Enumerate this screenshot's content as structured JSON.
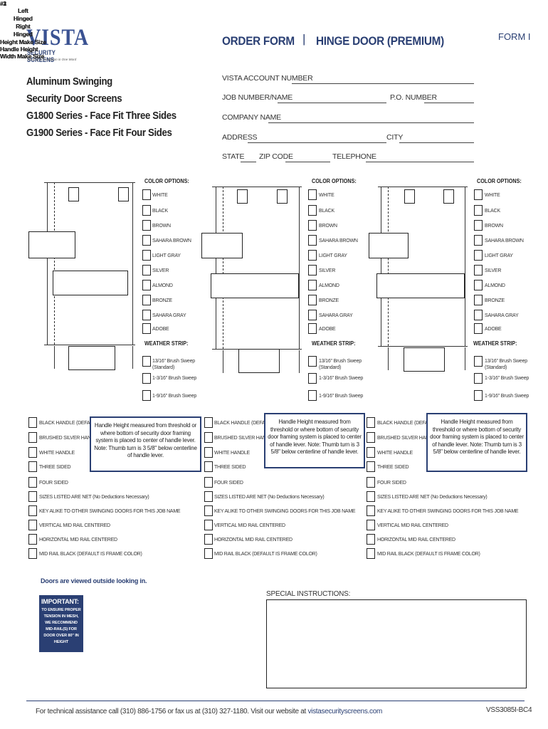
{
  "logo": {
    "brand": "VISTA",
    "subtitle": "SECURITY SCREENS",
    "tagline": "Security & Ventilation in One Word"
  },
  "header": {
    "title_left": "ORDER FORM",
    "separator": "|",
    "title_right": "HINGE DOOR (PREMIUM)",
    "form_code": "FORM I"
  },
  "product": {
    "line1": "Aluminum Swinging",
    "line2": "Security Door Screens",
    "line3": "G1800 Series - Face Fit Three Sides",
    "line4": "G1900 Series - Face Fit Four Sides"
  },
  "fields": {
    "account": "VISTA ACCOUNT NUMBER",
    "job": "JOB NUMBER/NAME",
    "po": "P.O. NUMBER",
    "company": "COMPANY NAME",
    "address": "ADDRESS",
    "city": "CITY",
    "state": "STATE",
    "zip": "ZIP CODE",
    "telephone": "TELEPHONE"
  },
  "doors": [
    {
      "number": "#1",
      "left": "Left Hinged",
      "right": "Right Hinged"
    },
    {
      "number": "#2",
      "left": "Left Hinged",
      "right": "Right Hinged"
    },
    {
      "number": "#3",
      "left": "Left Hinged",
      "right": "Right Hinged"
    }
  ],
  "door_labels": {
    "height": "Height Make Size",
    "handle": "Handle  Height",
    "width": "Width Make Size",
    "left_a": "Left",
    "left_b": "Hinged",
    "right_a": "Right",
    "right_b": "Hinged"
  },
  "color_options_title": "COLOR OPTIONS:",
  "colors": [
    "WHITE",
    "BLACK",
    "BROWN",
    "SAHARA BROWN",
    "LIGHT GRAY",
    "SILVER",
    "ALMOND",
    "BRONZE",
    "SAHARA GRAY",
    "ADOBE"
  ],
  "weather_strip_title": "WEATHER STRIP:",
  "weather": {
    "opt1_a": "13/16\" Brush Sweep",
    "opt1_b": "(Standard)",
    "opt2": "1-3/16\" Brush Sweep",
    "opt3": "1-9/16\" Brush Sweep"
  },
  "handle_options": [
    "BLACK HANDLE (DEFAULT)",
    "BRUSHED SILVER HANDLE",
    "WHITE HANDLE",
    "THREE SIDED"
  ],
  "extra_options": [
    "FOUR SIDED",
    "SIZES LISTED ARE NET (No Deductions Necessary)",
    "KEY ALIKE TO OTHER SWINGING DOORS FOR THIS JOB NAME",
    "VERTICAL MID RAIL CENTERED",
    "HORIZONTAL MID RAIL CENTERED",
    "MID RAIL BLACK (DEFAULT IS FRAME COLOR)"
  ],
  "handle_note": "Handle Height measured from threshold or where bottom of security door framing system is placed to center of handle lever. Note: Thumb turn is 3 5/8\" below centerline of handle lever.",
  "viewed_note": "Doors are viewed outside looking in.",
  "special_instructions": "SPECIAL INSTRUCTIONS:",
  "important": {
    "title": "IMPORTANT:",
    "body": "TO ENSURE PROPER TENSION IN MESH, WE RECOMMEND MID-RAIL(S) FOR DOOR OVER 80\" IN HEIGHT"
  },
  "footer": {
    "assist": "For technical assistance call (310) 886-1756 or fax us at (310) 327-1180. Visit our website at",
    "website": "vistasecurityscreens.com",
    "code": "VSS3085I-BC4"
  },
  "colors_theme": {
    "navy": "#2a3f73",
    "text": "#222222"
  }
}
